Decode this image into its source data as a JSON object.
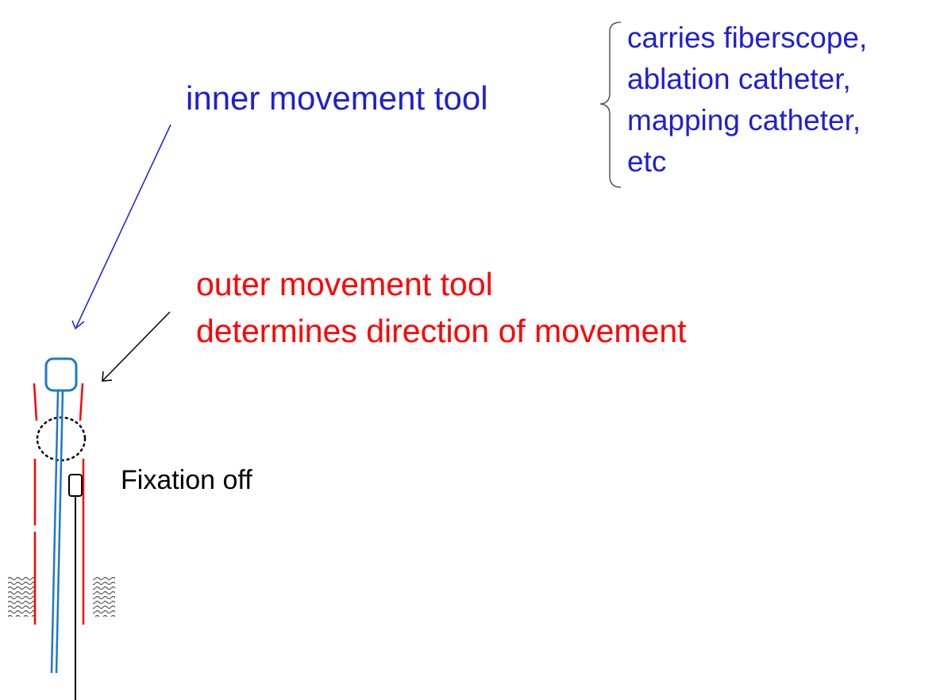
{
  "labels": {
    "inner_tool": "inner movement tool",
    "carries": [
      "carries fiberscope,",
      "ablation catheter,",
      "mapping catheter,",
      "etc"
    ],
    "outer_tool_line1": "outer movement tool",
    "outer_tool_line2": "determines direction of movement",
    "fixation": "Fixation off"
  },
  "colors": {
    "inner": "#1f1fd0",
    "outer": "#ff0000",
    "catheter": "#1f78c8",
    "black": "#000000"
  }
}
